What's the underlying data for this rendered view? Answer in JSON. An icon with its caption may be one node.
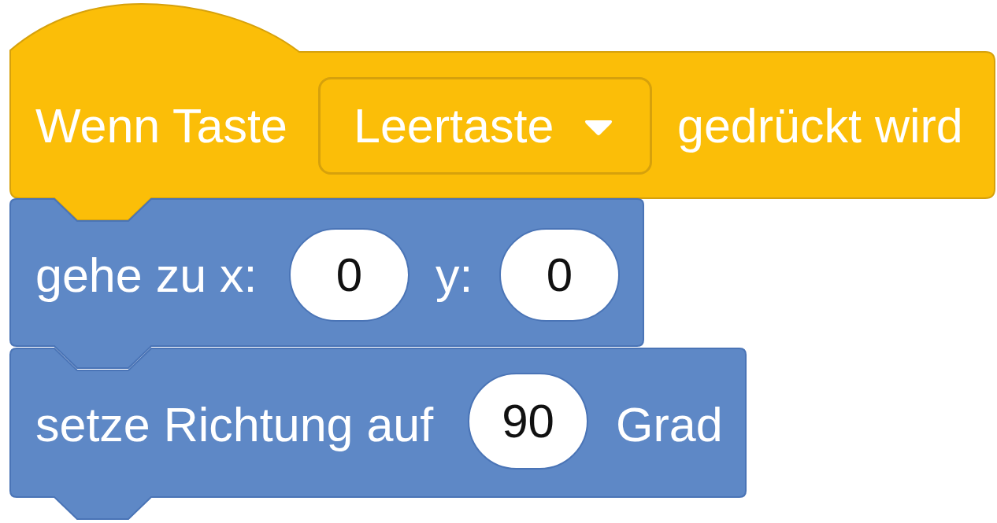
{
  "diagram": {
    "nodes": [
      {
        "text": [
          "Wenn Taste",
          "gedrückt wird"
        ]
      },
      {
        "text": [
          "Leertaste"
        ],
        "in": 0
      },
      {
        "text": [
          "gehe zu x:",
          "y:"
        ]
      },
      {
        "text": [
          "0"
        ],
        "in": 2
      },
      {
        "text": [
          "0"
        ],
        "in": 2
      },
      {
        "text": [
          "setze Richtung auf",
          "Grad"
        ]
      },
      {
        "text": [
          "90"
        ],
        "in": 5
      }
    ]
  }
}
